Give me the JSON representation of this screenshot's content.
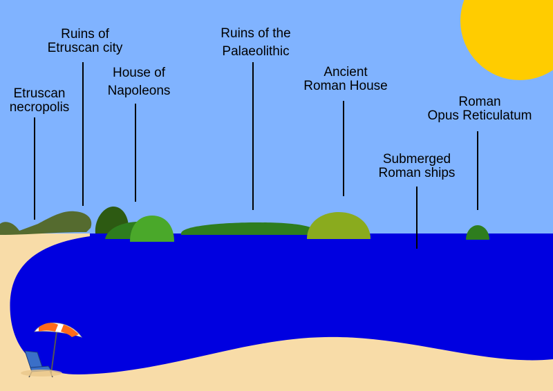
{
  "colors": {
    "sky": "#80b3ff",
    "sea": "#0000e0",
    "sand": "#f8dca8",
    "sun": "#ffcc00",
    "dark_hill": "#556b2f",
    "green_hill": "#2e7d1e",
    "light_green_hill": "#4aa82a",
    "olive_hill": "#8aab1e",
    "pointer_line": "#000000"
  },
  "labels": [
    {
      "id": "etruscan-necropolis",
      "lines": [
        "Etruscan",
        "necropolis"
      ]
    },
    {
      "id": "ruins-etruscan-city",
      "lines": [
        "Ruins of",
        "Etruscan city"
      ]
    },
    {
      "id": "house-of-napoleons",
      "lines": [
        "House of",
        "Napoleons"
      ]
    },
    {
      "id": "ruins-palaeolithic",
      "lines": [
        "Ruins of the",
        "Palaeolithic"
      ]
    },
    {
      "id": "ancient-roman-house",
      "lines": [
        "Ancient",
        "Roman House"
      ]
    },
    {
      "id": "submerged-roman-ships",
      "lines": [
        "Submerged",
        "Roman ships"
      ]
    },
    {
      "id": "roman-opus-reticulatum",
      "lines": [
        "Roman",
        "Opus Reticulatum"
      ]
    }
  ],
  "icons": {
    "sun": "sun-icon",
    "umbrella": "beach-umbrella-icon",
    "chair": "deck-chair-icon"
  }
}
